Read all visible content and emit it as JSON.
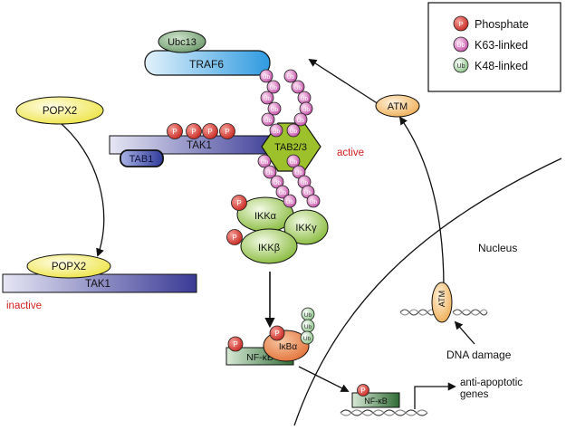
{
  "legend": {
    "phosphate_label": "Phosphate",
    "k63_label": "K63-linked",
    "k48_label": "K48-linked",
    "p_symbol": "P",
    "ub_symbol": "Ub"
  },
  "proteins": {
    "ubc13": "Ubc13",
    "traf6": "TRAF6",
    "popx2": "POPX2",
    "tak1": "TAK1",
    "tab1": "TAB1",
    "tab23": "TAB2/3",
    "ikka": "IKKα",
    "ikkb": "IKKβ",
    "ikkg": "IKKγ",
    "ikba": "IκBα",
    "nfkb": "NF-κB",
    "atm": "ATM",
    "popx2_bottom": "POPX2",
    "tak1_bottom": "TAK1",
    "atm_dna": "ATM",
    "nfkb_nucleus": "NF-κB"
  },
  "labels": {
    "active": "active",
    "inactive": "inactive",
    "nucleus": "Nucleus",
    "dna_damage": "DNA damage",
    "anti_apoptotic_line1": "anti-apoptotic",
    "anti_apoptotic_line2": "genes"
  },
  "colors": {
    "phosphate": "#d9302a",
    "k63": "#d46bb8",
    "k48": "#9fcf9a",
    "status_red": "#d42020",
    "tak1_bar": "#4a4aa0",
    "traf6": "#3da0e0",
    "ikk": "#8fbf3a",
    "nfkb": "#2f6b35",
    "atm": "#f2b865",
    "popx2": "#f4ee6a",
    "tab23": "#9bbf2a"
  }
}
